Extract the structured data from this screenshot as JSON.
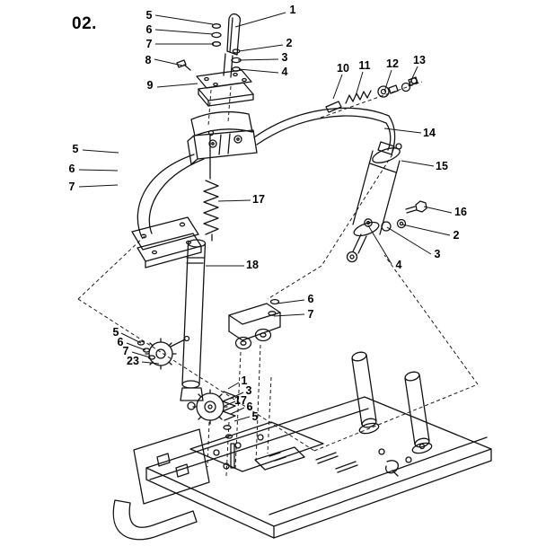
{
  "figure": {
    "number": "02."
  },
  "callouts": [
    {
      "label": "1"
    },
    {
      "label": "5"
    },
    {
      "label": "6"
    },
    {
      "label": "7"
    },
    {
      "label": "8"
    },
    {
      "label": "2"
    },
    {
      "label": "3"
    },
    {
      "label": "4"
    },
    {
      "label": "9"
    },
    {
      "label": "10"
    },
    {
      "label": "11"
    },
    {
      "label": "12"
    },
    {
      "label": "13"
    },
    {
      "label": "14"
    },
    {
      "label": "15"
    },
    {
      "label": "5"
    },
    {
      "label": "6"
    },
    {
      "label": "7"
    },
    {
      "label": "16"
    },
    {
      "label": "2"
    },
    {
      "label": "3"
    },
    {
      "label": "4"
    },
    {
      "label": "17"
    },
    {
      "label": "18"
    },
    {
      "label": "6"
    },
    {
      "label": "7"
    },
    {
      "label": "5"
    },
    {
      "label": "6"
    },
    {
      "label": "7"
    },
    {
      "label": "23"
    },
    {
      "label": "1"
    },
    {
      "label": "3"
    },
    {
      "label": "17"
    },
    {
      "label": "6"
    },
    {
      "label": "5"
    }
  ]
}
